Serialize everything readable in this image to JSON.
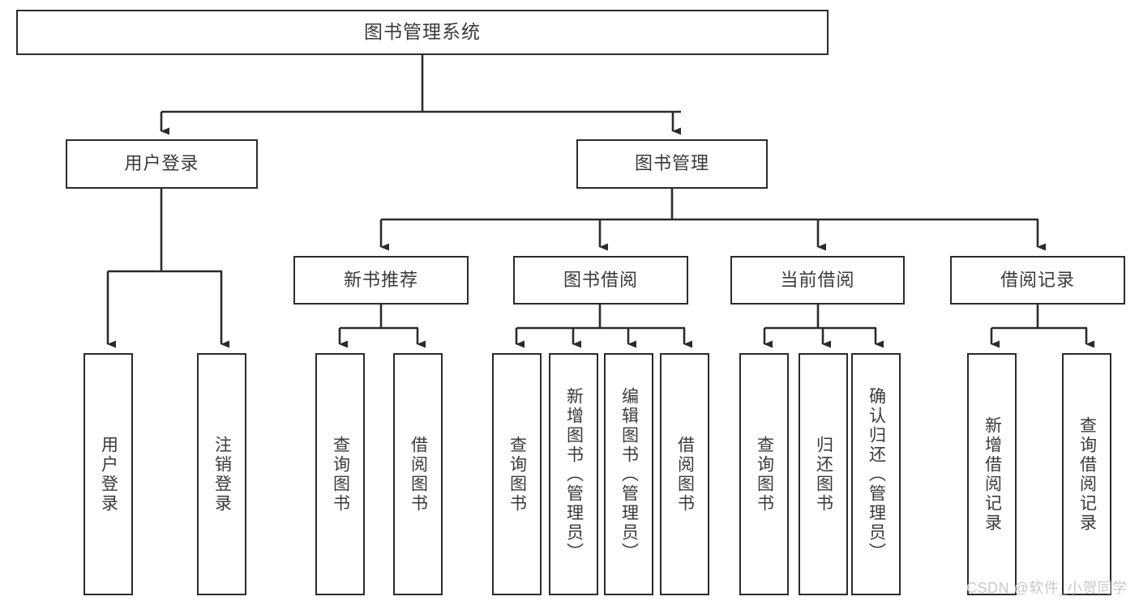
{
  "diagram": {
    "title": "图书管理系统",
    "type": "tree",
    "orientation": "top-down",
    "line_color": "#2b2b2b",
    "box_fill": "#ffffff",
    "text_color": "#3a3a3a",
    "background": "#ffffff"
  },
  "watermark": {
    "text": "CSDN @软件_小贺同学",
    "color": "#c9c9c9"
  },
  "nodes": {
    "root": {
      "label": "图书管理系统"
    },
    "level1": [
      {
        "label": "用户登录"
      },
      {
        "label": "图书管理"
      }
    ],
    "level2": [
      {
        "label": "新书推荐"
      },
      {
        "label": "图书借阅"
      },
      {
        "label": "当前借阅"
      },
      {
        "label": "借阅记录"
      }
    ],
    "leaves": {
      "user_login": [
        {
          "label": "用户登录"
        },
        {
          "label": "注销登录"
        }
      ],
      "new_book_recommend": [
        {
          "label": "查询图书"
        },
        {
          "label": "借阅图书"
        }
      ],
      "book_borrow": [
        {
          "label": "查询图书"
        },
        {
          "label": "新增图书（管理员）"
        },
        {
          "label": "编辑图书（管理员）"
        },
        {
          "label": "借阅图书"
        }
      ],
      "current_borrow": [
        {
          "label": "查询图书"
        },
        {
          "label": "归还图书"
        },
        {
          "label": "确认归还（管理员）"
        }
      ],
      "borrow_record": [
        {
          "label": "新增借阅记录"
        },
        {
          "label": "查询借阅记录"
        }
      ]
    }
  }
}
